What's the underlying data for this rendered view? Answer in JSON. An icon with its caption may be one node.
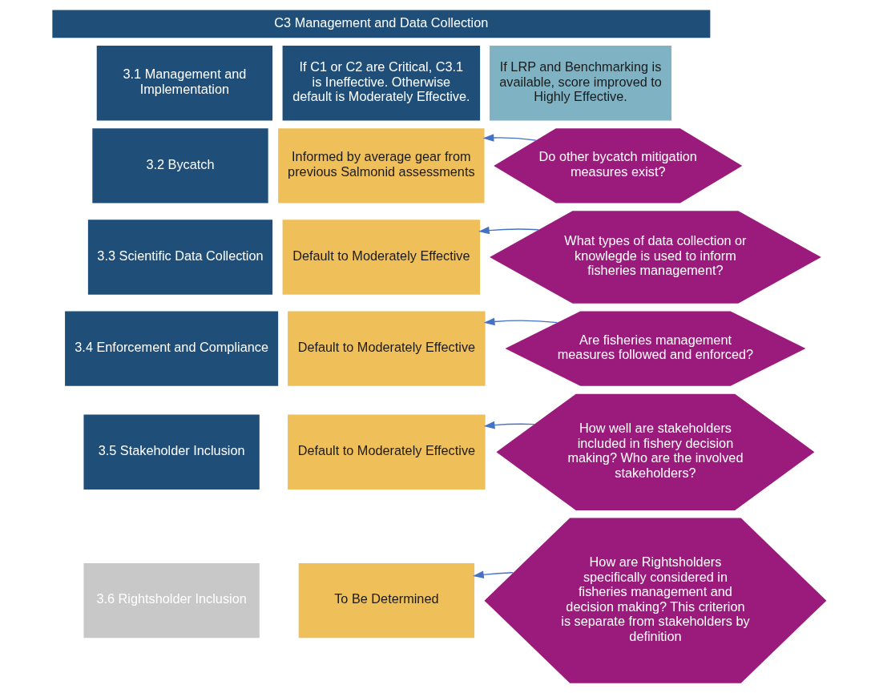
{
  "diagram": {
    "nodes": [
      {
        "text": [
          "C3 Management and Data Collection"
        ]
      },
      {
        "text": [
          "3.1 Management and Implementation"
        ]
      },
      {
        "text": [
          "If C1 or C2 are Critical, C3.1 is Ineffective. Otherwise default is Moderately Effective."
        ]
      },
      {
        "text": [
          "If LRP and Benchmarking is available, score improved to Highly Effective."
        ]
      },
      {
        "text": [
          "3.2 Bycatch"
        ]
      },
      {
        "text": [
          "Informed by average gear from previous Salmonid assessments"
        ]
      },
      {
        "text": [
          "Do other bycatch mitigation measures exist?"
        ]
      },
      {
        "text": [
          "3.3 Scientific Data Collection"
        ]
      },
      {
        "text": [
          "Default to Moderately Effective"
        ]
      },
      {
        "text": [
          "What types of data collection or knowlegde is used to inform fisheries management?"
        ]
      },
      {
        "text": [
          "3.4 Enforcement and Compliance"
        ]
      },
      {
        "text": [
          "Default to Moderately Effective"
        ]
      },
      {
        "text": [
          "Are fisheries management measures followed and enforced?"
        ]
      },
      {
        "text": [
          "3.5 Stakeholder Inclusion"
        ]
      },
      {
        "text": [
          "Default to Moderately Effective"
        ]
      },
      {
        "text": [
          "How well are stakeholders included in fishery decision making? Who are the involved stakeholders?"
        ]
      },
      {
        "text": [
          "3.6 Rightsholder Inclusion"
        ]
      },
      {
        "text": [
          "To Be Determined"
        ]
      },
      {
        "text": [
          "How are Rightsholders specifically considered in fisheries management and decision making? This criterion is separate from stakeholders by definition"
        ]
      }
    ],
    "edges": [
      {
        "from": 6,
        "to": 5,
        "arrow": "to"
      },
      {
        "from": 9,
        "to": 8,
        "arrow": "to"
      },
      {
        "from": 12,
        "to": 11,
        "arrow": "to"
      },
      {
        "from": 15,
        "to": 14,
        "arrow": "to"
      },
      {
        "from": 18,
        "to": 17,
        "arrow": "to"
      }
    ]
  }
}
